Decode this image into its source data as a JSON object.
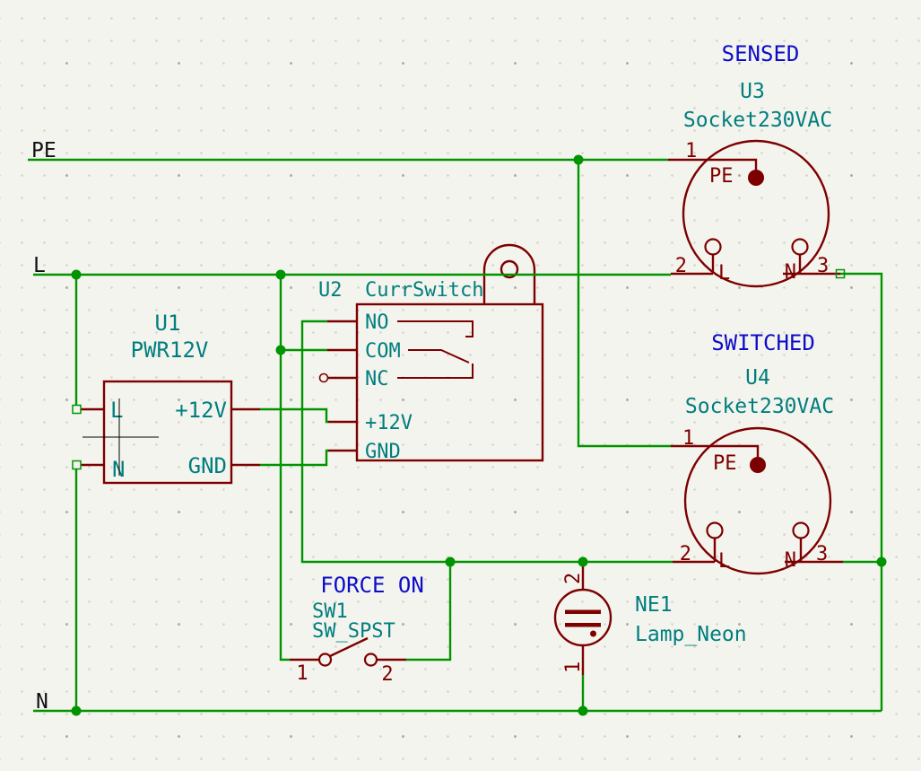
{
  "app": {
    "type": "schematic-canvas"
  },
  "colors": {
    "bg": "#F4F4EE",
    "grid-minor": "#D2D2CA",
    "grid-major": "#ABABA3",
    "wire": "#009400",
    "symbol": "#7D0000",
    "reference": "#007E7E",
    "label": "#0D0DC8",
    "net": "#101014"
  },
  "nets": {
    "pe": "PE",
    "l": "L",
    "n": "N"
  },
  "flags": {
    "sensed": "SENSED",
    "switched": "SWITCHED",
    "force_on": "FORCE ON"
  },
  "components": {
    "u1": {
      "ref": "U1",
      "value": "PWR12V",
      "pin_names": {
        "l": "L",
        "n": "N",
        "p12v": "+12V",
        "gnd": "GND"
      }
    },
    "u2": {
      "ref": "U2",
      "value": "CurrSwitch",
      "pin_names": {
        "no": "NO",
        "com": "COM",
        "nc": "NC",
        "p12v": "+12V",
        "gnd": "GND"
      }
    },
    "u3": {
      "ref": "U3",
      "value": "Socket230VAC",
      "pins": {
        "pe": {
          "num": "1",
          "name": "PE"
        },
        "l": {
          "num": "2",
          "name": "L"
        },
        "n": {
          "num": "3",
          "name": "N"
        }
      }
    },
    "u4": {
      "ref": "U4",
      "value": "Socket230VAC",
      "pins": {
        "pe": {
          "num": "1",
          "name": "PE"
        },
        "l": {
          "num": "2",
          "name": "L"
        },
        "n": {
          "num": "3",
          "name": "N"
        }
      }
    },
    "sw1": {
      "ref": "SW1",
      "value": "SW_SPST",
      "pins": {
        "p1": "1",
        "p2": "2"
      }
    },
    "ne1": {
      "ref": "NE1",
      "value": "Lamp_Neon",
      "pins": {
        "p1": "1",
        "p2": "2"
      }
    }
  }
}
